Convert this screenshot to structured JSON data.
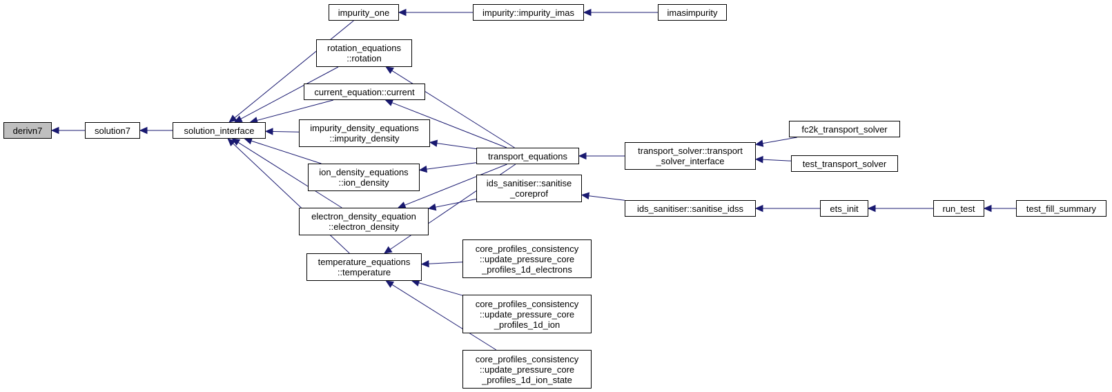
{
  "colors": {
    "edge": "#191970",
    "border": "#000000",
    "root_fill": "#bfbfbf",
    "node_fill": "#ffffff"
  },
  "nodes": {
    "derivn7": "derivn7",
    "solution7": "solution7",
    "solution_interface": "solution_interface",
    "impurity_one": "impurity_one",
    "impurity_imas": "impurity::impurity_imas",
    "imasimpurity": "imasimpurity",
    "rotation": "rotation_equations\n::rotation",
    "current": "current_equation::current",
    "impurity_density": "impurity_density_equations\n::impurity_density",
    "ion_density": "ion_density_equations\n::ion_density",
    "electron_density": "electron_density_equation\n::electron_density",
    "temperature": "temperature_equations\n::temperature",
    "transport_equations": "transport_equations",
    "transport_solver_interface": "transport_solver::transport\n_solver_interface",
    "fc2k_transport_solver": "fc2k_transport_solver",
    "test_transport_solver": "test_transport_solver",
    "sanitise_coreprof": "ids_sanitiser::sanitise\n_coreprof",
    "sanitise_idss": "ids_sanitiser::sanitise_idss",
    "ets_init": "ets_init",
    "run_test": "run_test",
    "test_fill_summary": "test_fill_summary",
    "upc_electrons": "core_profiles_consistency\n::update_pressure_core\n_profiles_1d_electrons",
    "upc_ion": "core_profiles_consistency\n::update_pressure_core\n_profiles_1d_ion",
    "upc_ion_state": "core_profiles_consistency\n::update_pressure_core\n_profiles_1d_ion_state"
  },
  "edges": [
    [
      "solution7",
      "derivn7"
    ],
    [
      "solution_interface",
      "solution7"
    ],
    [
      "impurity_one",
      "solution_interface"
    ],
    [
      "rotation",
      "solution_interface"
    ],
    [
      "current",
      "solution_interface"
    ],
    [
      "impurity_density",
      "solution_interface"
    ],
    [
      "ion_density",
      "solution_interface"
    ],
    [
      "electron_density",
      "solution_interface"
    ],
    [
      "temperature",
      "solution_interface"
    ],
    [
      "impurity_imas",
      "impurity_one"
    ],
    [
      "imasimpurity",
      "impurity_imas"
    ],
    [
      "transport_equations",
      "rotation"
    ],
    [
      "transport_equations",
      "current"
    ],
    [
      "transport_equations",
      "impurity_density"
    ],
    [
      "transport_equations",
      "ion_density"
    ],
    [
      "transport_equations",
      "electron_density"
    ],
    [
      "transport_equations",
      "temperature"
    ],
    [
      "sanitise_coreprof",
      "electron_density"
    ],
    [
      "upc_electrons",
      "temperature"
    ],
    [
      "upc_ion",
      "temperature"
    ],
    [
      "upc_ion_state",
      "temperature"
    ],
    [
      "transport_solver_interface",
      "transport_equations"
    ],
    [
      "fc2k_transport_solver",
      "transport_solver_interface"
    ],
    [
      "test_transport_solver",
      "transport_solver_interface"
    ],
    [
      "sanitise_idss",
      "sanitise_coreprof"
    ],
    [
      "ets_init",
      "sanitise_idss"
    ],
    [
      "run_test",
      "ets_init"
    ],
    [
      "test_fill_summary",
      "run_test"
    ]
  ]
}
